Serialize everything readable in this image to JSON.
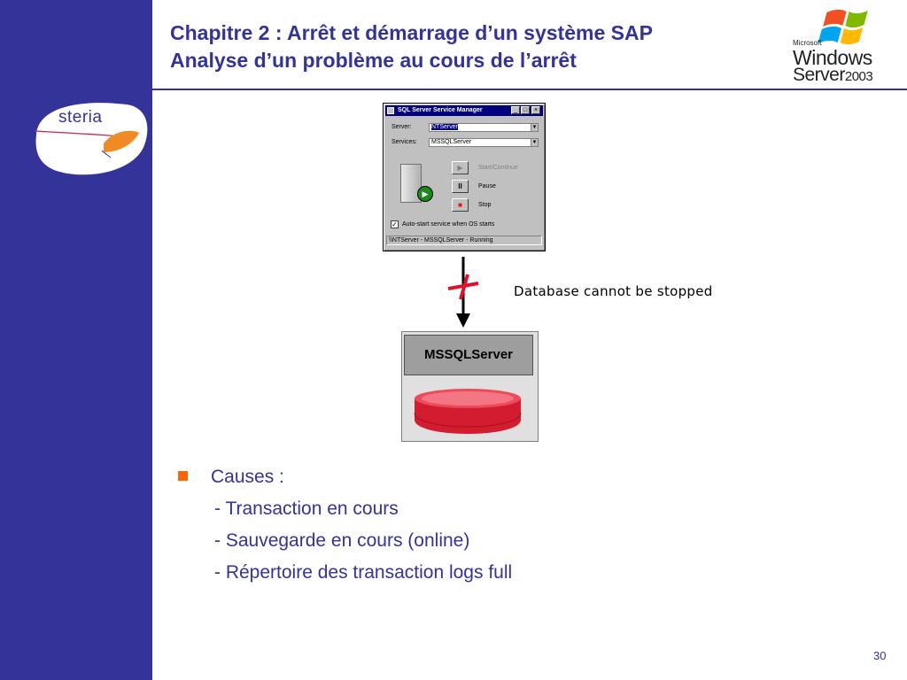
{
  "slide": {
    "title_line1": "Chapitre 2 : Arrêt et démarrage d’un système SAP",
    "title_line2": "Analyse d’un problème au cours de l’arrêt",
    "page_number": "30"
  },
  "logos": {
    "steria": "steria",
    "windows_server": {
      "microsoft": "Microsoft",
      "windows": "Windows",
      "server": "Server",
      "year": "2003"
    }
  },
  "dialog": {
    "title": "SQL Server Service Manager",
    "server_label": "Server:",
    "server_value": "NTServer",
    "services_label": "Services:",
    "services_value": "MSSQLServer",
    "start_label": "Start/Continue",
    "pause_label": "Pause",
    "stop_label": "Stop",
    "autostart_label": "Auto-start service when OS starts",
    "status": "\\\\NTServer - MSSQLServer - Running"
  },
  "diagram": {
    "note": "Database cannot be stopped",
    "db_label": "MSSQLServer"
  },
  "content": {
    "causes_heading": "Causes :",
    "causes": [
      "- Transaction en cours",
      "- Sauvegarde en cours (online)",
      "- Répertoire des  transaction logs full"
    ]
  },
  "colors": {
    "brand_band": "#333399",
    "title_text": "#333399",
    "bullet": "#ff6600",
    "disk": "#e8283c"
  }
}
